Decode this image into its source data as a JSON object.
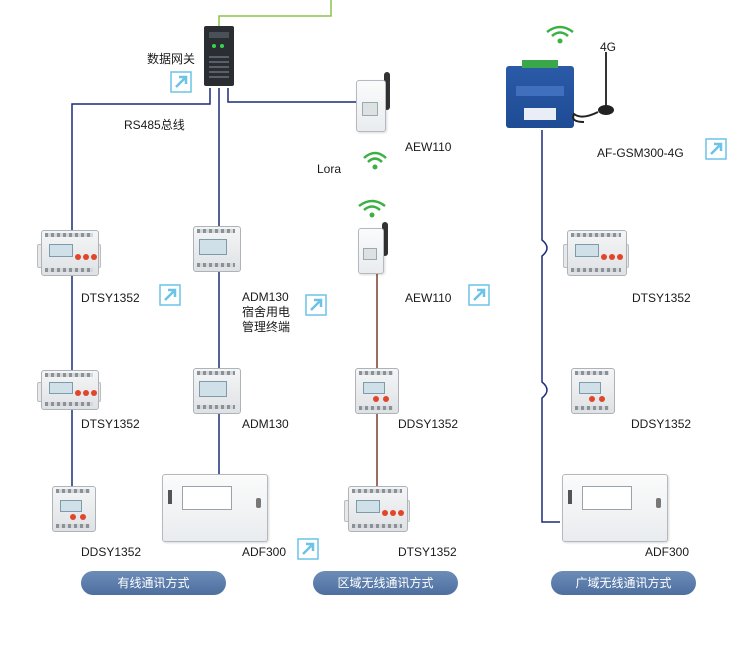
{
  "labels": {
    "gateway": "数据网关",
    "rs485": "RS485总线",
    "aew110_top": "AEW110",
    "lora": "Lora",
    "aew110_mid": "AEW110",
    "gsm_4g": "4G",
    "gsm_model": "AF-GSM300-4G",
    "c1_r1": "DTSY1352",
    "c1_r2": "DTSY1352",
    "c1_r3": "DDSY1352",
    "c2_r1_line1": "ADM130",
    "c2_r1_line2": "宿舍用电",
    "c2_r1_line3": "管理终端",
    "c2_r2": "ADM130",
    "c2_r3": "ADF300",
    "c3_r2": "DDSY1352",
    "c3_r3": "DTSY1352",
    "c4_r1": "DTSY1352",
    "c4_r2": "DDSY1352",
    "c4_r3": "ADF300"
  },
  "modes": {
    "wired": "有线通讯方式",
    "lan_wireless": "区域无线通讯方式",
    "wan_wireless": "广域无线通讯方式"
  },
  "colors": {
    "bus_line": "#1b2c7a",
    "lora_line": "#7a3c2a",
    "top_line": "#8bc34a",
    "wifi": "#3cb043",
    "link_icon": "#6cc3e8",
    "pill": "#5b7cab"
  },
  "icons": [
    "link-out-icon",
    "wifi-icon",
    "antenna-icon"
  ]
}
